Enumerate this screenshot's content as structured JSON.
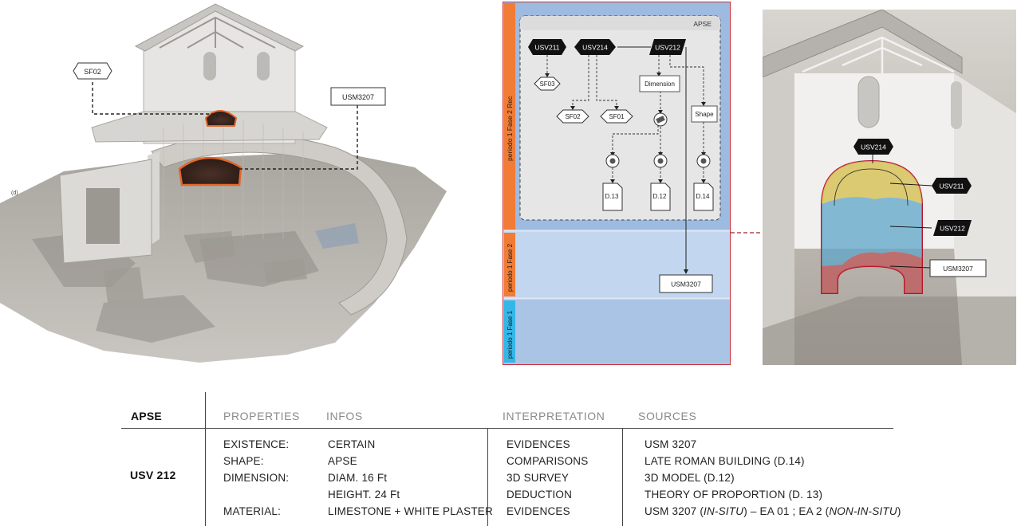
{
  "left_view": {
    "tag_sf02": "SF02",
    "tag_usm3207": "USM3207",
    "corner_label": "(d)"
  },
  "diagram": {
    "group_label": "APSE",
    "bands": [
      {
        "label": "periodo 1 Fase 2 Rec",
        "color": "#f07c35"
      },
      {
        "label": "periodo 1 Fase 2",
        "color": "#f07c35"
      },
      {
        "label": "periodo 1 Fase 1",
        "color": "#33b7e8"
      }
    ],
    "nodes": {
      "usv211": "USV211",
      "usv214": "USV214",
      "usv212": "USV212",
      "sf03": "SF03",
      "sf02": "SF02",
      "sf01": "SF01",
      "dimension": "Dimension",
      "shape": "Shape",
      "d13": "D.13",
      "d12": "D.12",
      "d14": "D.14",
      "usm3207": "USM3207"
    }
  },
  "right_view": {
    "usv214": "USV214",
    "usv211": "USV211",
    "usv212": "USV212",
    "usm3207": "USM3207"
  },
  "table": {
    "title": "APSE",
    "row_label": "USV 212",
    "headers": {
      "properties": "PROPERTIES",
      "infos": "INFOS",
      "interpretation": "INTERPRETATION",
      "sources": "SOURCES"
    },
    "rows": [
      {
        "property": "EXISTENCE:",
        "info": "CERTAIN",
        "interpretation": "EVIDENCES",
        "source": "USM 3207"
      },
      {
        "property": "SHAPE:",
        "info": "APSE",
        "interpretation": "COMPARISONS",
        "source": "LATE ROMAN BUILDING (D.14)"
      },
      {
        "property": "DIMENSION:",
        "info": "DIAM. 16 Ft",
        "interpretation": "3D SURVEY",
        "source": "3D MODEL (D.12)"
      },
      {
        "property": "",
        "info": "HEIGHT. 24 Ft",
        "interpretation": "DEDUCTION",
        "source": "THEORY OF PROPORTION (D. 13)"
      },
      {
        "property": "MATERIAL:",
        "info": "LIMESTONE + WHITE PLASTER",
        "interpretation": "EVIDENCES",
        "source_parts": [
          "USM 3207 (",
          "IN-SITU",
          ") – EA 01 ; EA 2 (",
          "NON-IN-SITU",
          ")"
        ]
      }
    ]
  }
}
